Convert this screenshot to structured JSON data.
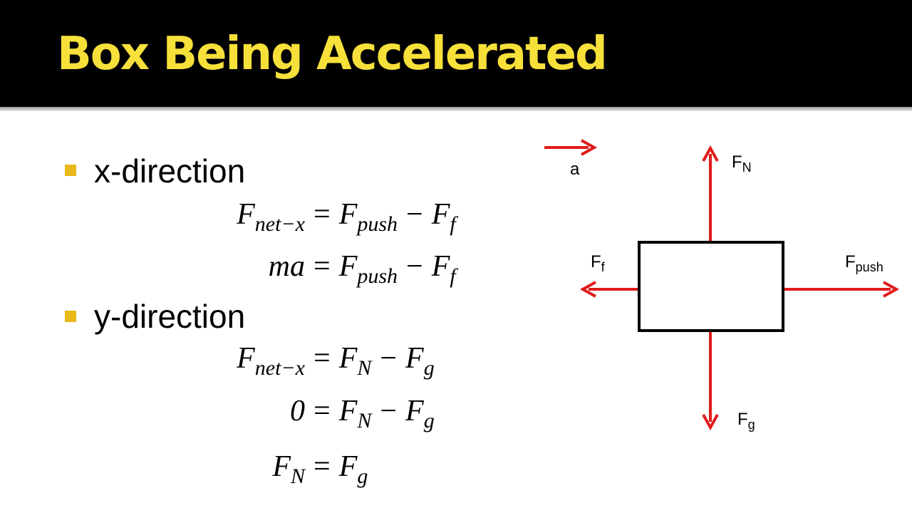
{
  "slide": {
    "title": "Box Being Accelerated",
    "colors": {
      "title_bar": "#000000",
      "title_text": "#f7e03a",
      "bullet": "#e8b81a",
      "arrow": "#e01b1b"
    }
  },
  "bullets": [
    {
      "label": "x-direction",
      "icon": "square-bullet-icon"
    },
    {
      "label": "y-direction",
      "icon": "square-bullet-icon"
    }
  ],
  "equations": {
    "x": [
      {
        "lhs_sym": "F",
        "lhs_sub": "net−x",
        "op1": "=",
        "t1_sym": "F",
        "t1_sub": "push",
        "op2": "−",
        "t2_sym": "F",
        "t2_sub": "f"
      },
      {
        "lhs_sym": "ma",
        "lhs_sub": "",
        "op1": "=",
        "t1_sym": "F",
        "t1_sub": "push",
        "op2": "−",
        "t2_sym": "F",
        "t2_sub": "f"
      }
    ],
    "y": [
      {
        "lhs_sym": "F",
        "lhs_sub": "net−x",
        "op1": "=",
        "t1_sym": "F",
        "t1_sub": "N",
        "op2": "−",
        "t2_sym": "F",
        "t2_sub": "g"
      },
      {
        "lhs_sym": "0",
        "lhs_sub": "",
        "op1": "=",
        "t1_sym": "F",
        "t1_sub": "N",
        "op2": "−",
        "t2_sym": "F",
        "t2_sub": "g"
      },
      {
        "lhs_sym": "F",
        "lhs_sub": "N",
        "op1": "=",
        "t1_sym": "F",
        "t1_sub": "g",
        "op2": "",
        "t2_sym": "",
        "t2_sub": ""
      }
    ]
  },
  "diagram": {
    "acceleration": {
      "label": "a"
    },
    "normal": {
      "sym": "F",
      "sub": "N"
    },
    "friction": {
      "sym": "F",
      "sub": "f"
    },
    "push": {
      "sym": "F",
      "sub": "push"
    },
    "gravity": {
      "sym": "F",
      "sub": "g"
    }
  }
}
